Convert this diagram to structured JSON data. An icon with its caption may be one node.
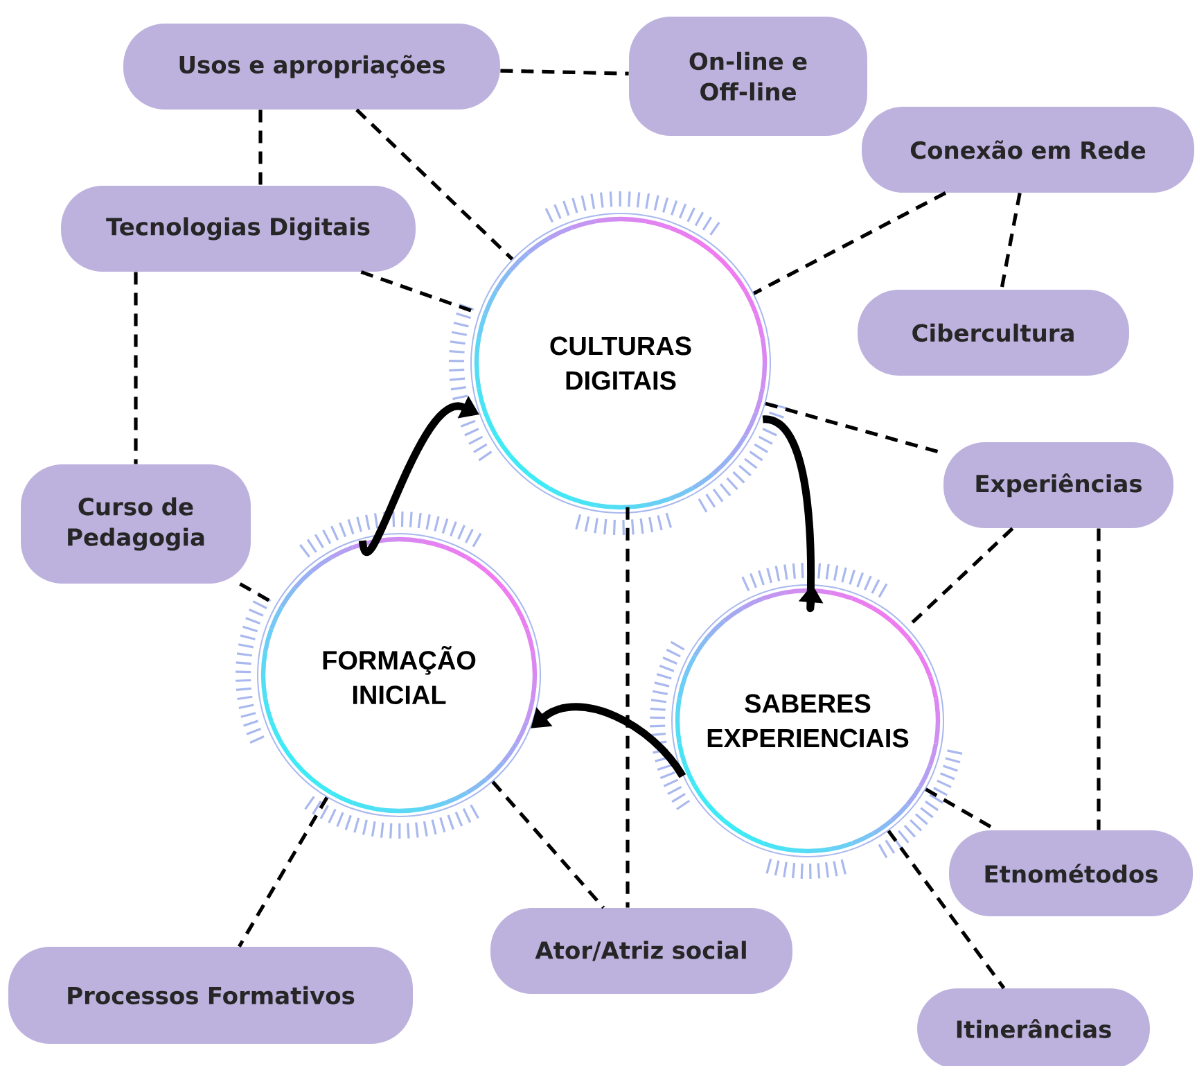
{
  "diagram": {
    "nodes": [
      {
        "text": [
          "CULTURAS DIGITAIS"
        ]
      },
      {
        "text": [
          "SABERES EXPERIENCIAIS"
        ]
      },
      {
        "text": [
          "FORMAÇÃO INICIAL"
        ]
      },
      {
        "text": [
          "Usos e apropriações"
        ]
      },
      {
        "text": [
          "On-line e Off-line"
        ]
      },
      {
        "text": [
          "Conexão em Rede"
        ]
      },
      {
        "text": [
          "Tecnologias Digitais"
        ]
      },
      {
        "text": [
          "Cibercultura"
        ]
      },
      {
        "text": [
          "Curso de Pedagogia"
        ]
      },
      {
        "text": [
          "Experiências"
        ]
      },
      {
        "text": [
          "Etnométodos"
        ]
      },
      {
        "text": [
          "Ator/Atriz social"
        ]
      },
      {
        "text": [
          "Processos Formativos"
        ]
      },
      {
        "text": [
          "Itinerâncias"
        ]
      }
    ],
    "edges": [
      {
        "from": 3,
        "to": 4,
        "arrow": "none",
        "style": "dashed"
      },
      {
        "from": 3,
        "to": 0,
        "arrow": "none",
        "style": "dashed"
      },
      {
        "from": 3,
        "to": 6,
        "arrow": "none",
        "style": "dashed"
      },
      {
        "from": 5,
        "to": 0,
        "arrow": "none",
        "style": "dashed"
      },
      {
        "from": 5,
        "to": 7,
        "arrow": "none",
        "style": "dashed"
      },
      {
        "from": 6,
        "to": 0,
        "arrow": "none",
        "style": "dashed"
      },
      {
        "from": 6,
        "to": 8,
        "arrow": "none",
        "style": "dashed"
      },
      {
        "from": 0,
        "to": 9,
        "arrow": "none",
        "style": "dashed"
      },
      {
        "from": 8,
        "to": 2,
        "arrow": "none",
        "style": "dashed"
      },
      {
        "from": 9,
        "to": 1,
        "arrow": "none",
        "style": "dashed"
      },
      {
        "from": 9,
        "to": 10,
        "arrow": "none",
        "style": "dashed"
      },
      {
        "from": 1,
        "to": 10,
        "arrow": "none",
        "style": "dashed"
      },
      {
        "from": 1,
        "to": 13,
        "arrow": "none",
        "style": "dashed"
      },
      {
        "from": 2,
        "to": 12,
        "arrow": "none",
        "style": "dashed"
      },
      {
        "from": 2,
        "to": 11,
        "arrow": "none",
        "style": "dashed"
      },
      {
        "from": 0,
        "to": 11,
        "arrow": "none",
        "style": "dashed"
      },
      {
        "from": 0,
        "to": 1,
        "arrow": "to",
        "style": "thick"
      },
      {
        "from": 1,
        "to": 2,
        "arrow": "to",
        "style": "thick"
      },
      {
        "from": 2,
        "to": 0,
        "arrow": "to",
        "style": "thick"
      }
    ]
  }
}
